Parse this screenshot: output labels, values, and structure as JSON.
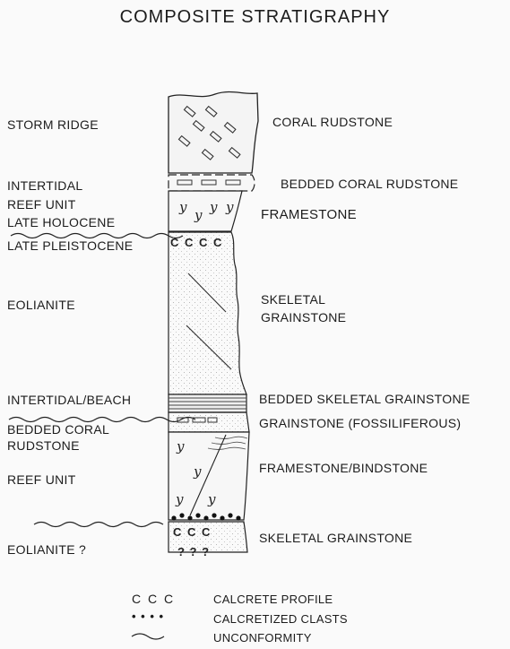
{
  "title": "COMPOSITE STRATIGRAPHY",
  "units_left": [
    "STORM RIDGE",
    "INTERTIDAL",
    "REEF UNIT",
    "LATE HOLOCENE",
    "LATE PLEISTOCENE",
    "EOLIANITE",
    "INTERTIDAL/BEACH",
    "BEDDED CORAL",
    "RUDSTONE",
    "REEF UNIT",
    "EOLIANITE ?"
  ],
  "lithologies_right": [
    "CORAL RUDSTONE",
    "BEDDED CORAL RUDSTONE",
    "FRAMESTONE",
    "SKELETAL",
    "GRAINSTONE",
    "BEDDED SKELETAL GRAINSTONE",
    "GRAINSTONE (FOSSILIFEROUS)",
    "FRAMESTONE/BINDSTONE",
    "SKELETAL GRAINSTONE"
  ],
  "column_symbols": {
    "calcrete_upper": "C C C C",
    "calcrete_lower": "C C C",
    "unknown_marks": "? ? ?",
    "y": "y"
  },
  "legend": [
    {
      "symbol": "C C C",
      "label": "CALCRETE PROFILE"
    },
    {
      "symbol": "• • • •",
      "label": "CALCRETIZED CLASTS"
    },
    {
      "symbol": "",
      "label": "UNCONFORMITY"
    }
  ]
}
